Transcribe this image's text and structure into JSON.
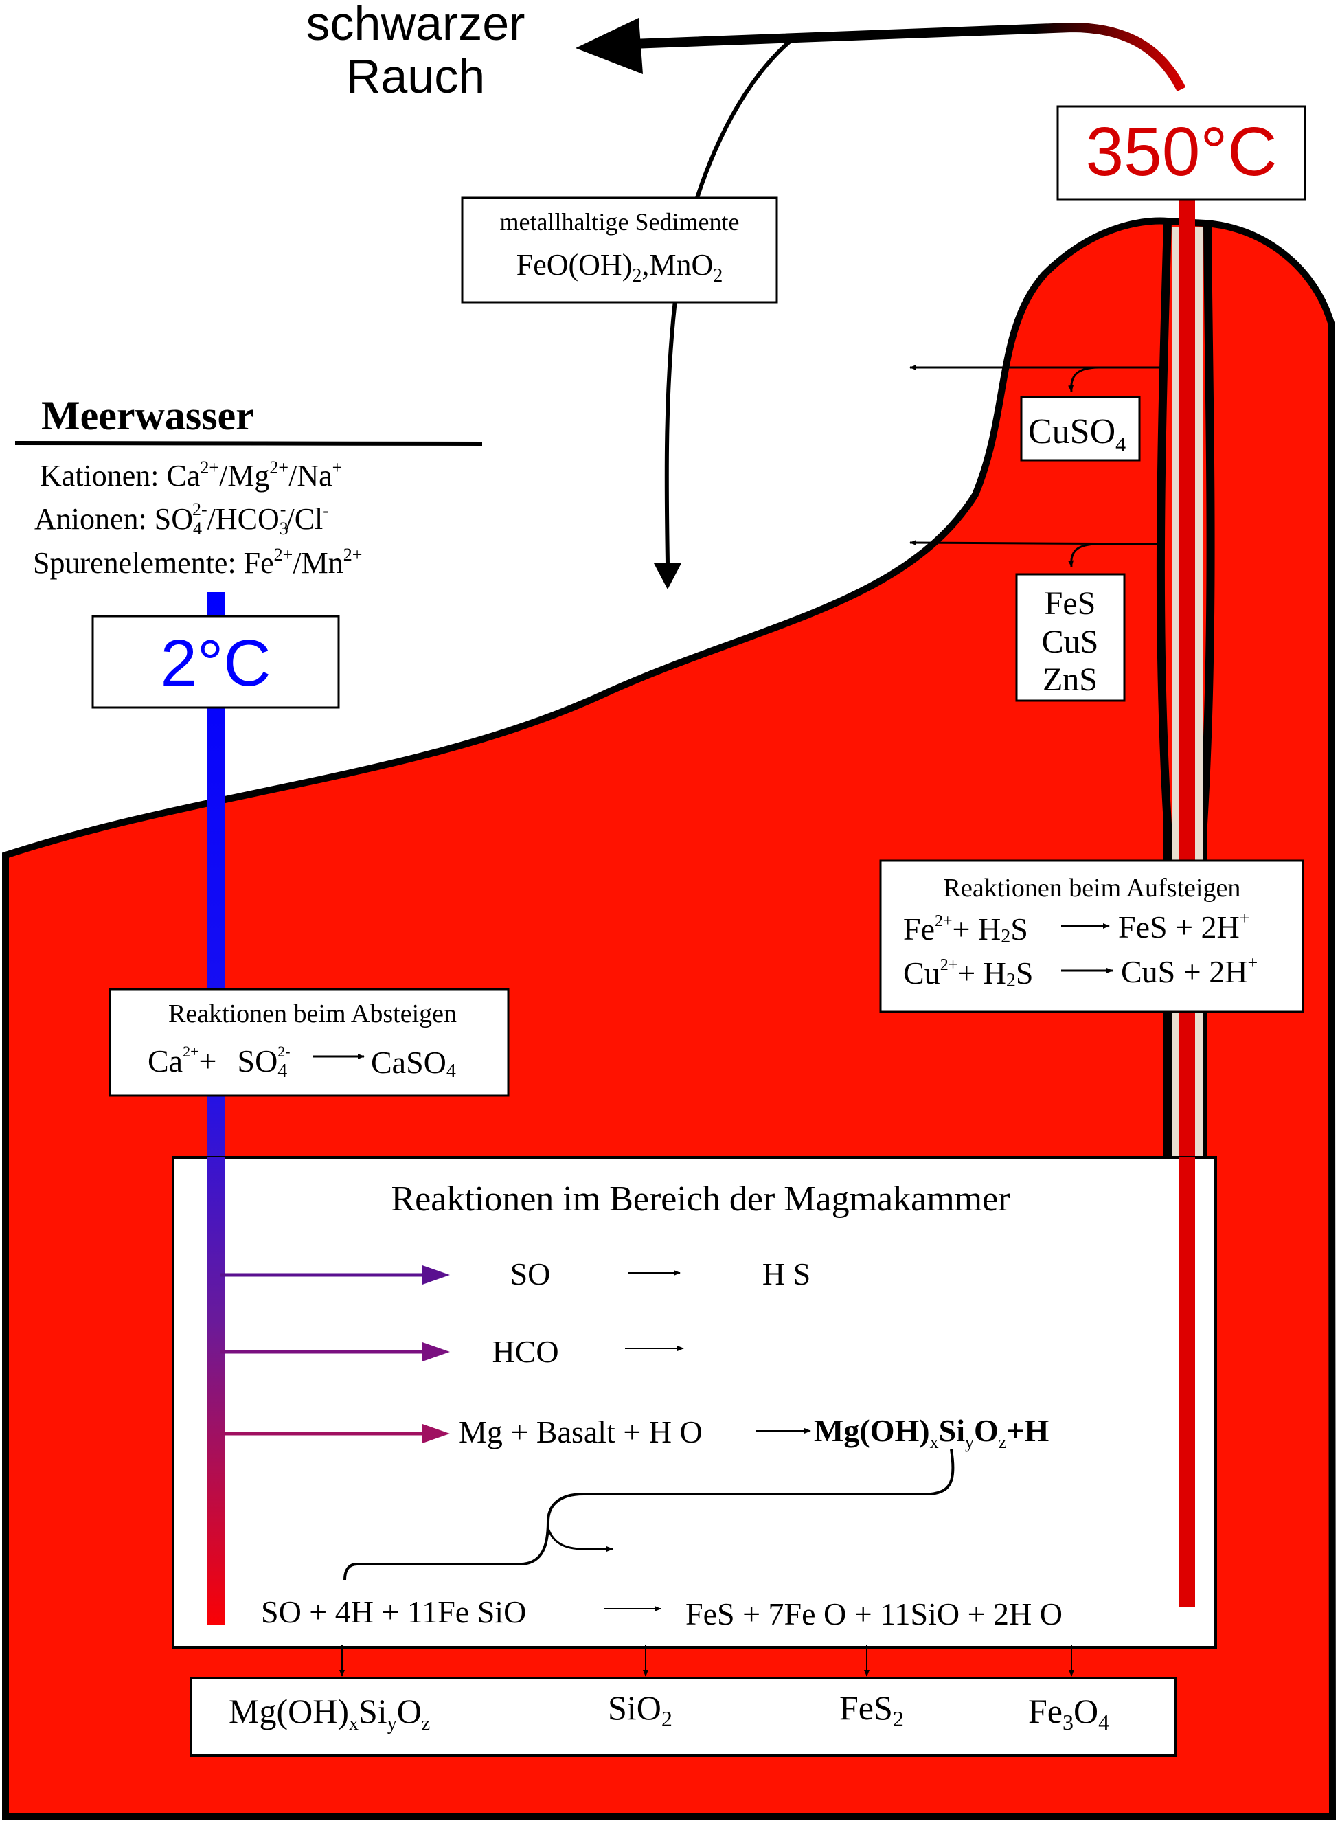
{
  "smoke": {
    "line1": "schwarzer",
    "line2": "Rauch"
  },
  "hot": {
    "temp": "350°C",
    "color": "#d40000"
  },
  "cold": {
    "temp": "2°C",
    "color": "#0000ff"
  },
  "sediments": {
    "title": "metallhaltige Sedimente",
    "formula_a": "FeO(OH)",
    "sub_a": "2",
    "formula_b": ",MnO",
    "sub_b": "2"
  },
  "seawater": {
    "title": "Meerwasser",
    "cations_label": "Kationen: Ca",
    "cations_sup1": "2+",
    "cations_mid": "/Mg",
    "cations_sup2": "2+",
    "cations_end": "/Na",
    "cations_sup3": "+",
    "anions_label": "Anionen: SO",
    "anions_sub": "4",
    "anions_sup1": "2-",
    "anions_mid": "/HCO",
    "anions_sub2": "3",
    "anions_sup2": "-",
    "anions_end": "/Cl",
    "anions_sup3": "-",
    "trace_label": "Spurenelemente: Fe",
    "trace_sup1": "2+",
    "trace_mid": "/Mn",
    "trace_sup2": "2+"
  },
  "minerals_upper": {
    "a": "CuSO",
    "a_sub": "4"
  },
  "minerals_sulfide": [
    "FeS",
    "CuS",
    "ZnS"
  ],
  "rising": {
    "title": "Reaktionen beim Aufsteigen",
    "r1_left": "Fe",
    "r1_sup": "2+",
    "r1_mid": "+ H",
    "r1_sub": "2",
    "r1_s": "S",
    "r1_right": "FeS + 2H",
    "r1_rsup": "+",
    "r2_left": "Cu",
    "r2_sup": "2+",
    "r2_mid": "+ H",
    "r2_sub": "2",
    "r2_s": "S",
    "r2_right": "CuS + 2H",
    "r2_rsup": "+"
  },
  "descending": {
    "title": "Reaktionen beim Absteigen",
    "left": "Ca",
    "sup": "2+",
    "plus": "+",
    "so": "SO",
    "so_sub": "4",
    "so_sup": "2-",
    "right": "CaSO",
    "right_sub": "4"
  },
  "magma": {
    "title": "Reaktionen im Bereich der Magmakammer",
    "row1_left": "SO",
    "row1_right": "H S",
    "row2_left": "HCO",
    "row3_left": "Mg  + Basalt + H O",
    "row3_product": "Mg(OH)",
    "row3_x": "x",
    "row3_si": "Si",
    "row3_y": "y",
    "row3_o": "O",
    "row3_z": "z",
    "row3_h": "+H",
    "row4_left": "SO + 4H + 11Fe SiO",
    "row4_right": "FeS  +  7Fe O  + 11SiO + 2H O"
  },
  "products": {
    "p1": "Mg(OH)",
    "p1_x": "x",
    "p1_si": "Si",
    "p1_y": "y",
    "p1_o": "O",
    "p1_z": "z",
    "p2": "SiO",
    "p2_sub": "2",
    "p3": "FeS",
    "p3_sub": "2",
    "p4": "Fe",
    "p4_sub": "3",
    "p4_o": "O",
    "p4_sub2": "4"
  }
}
